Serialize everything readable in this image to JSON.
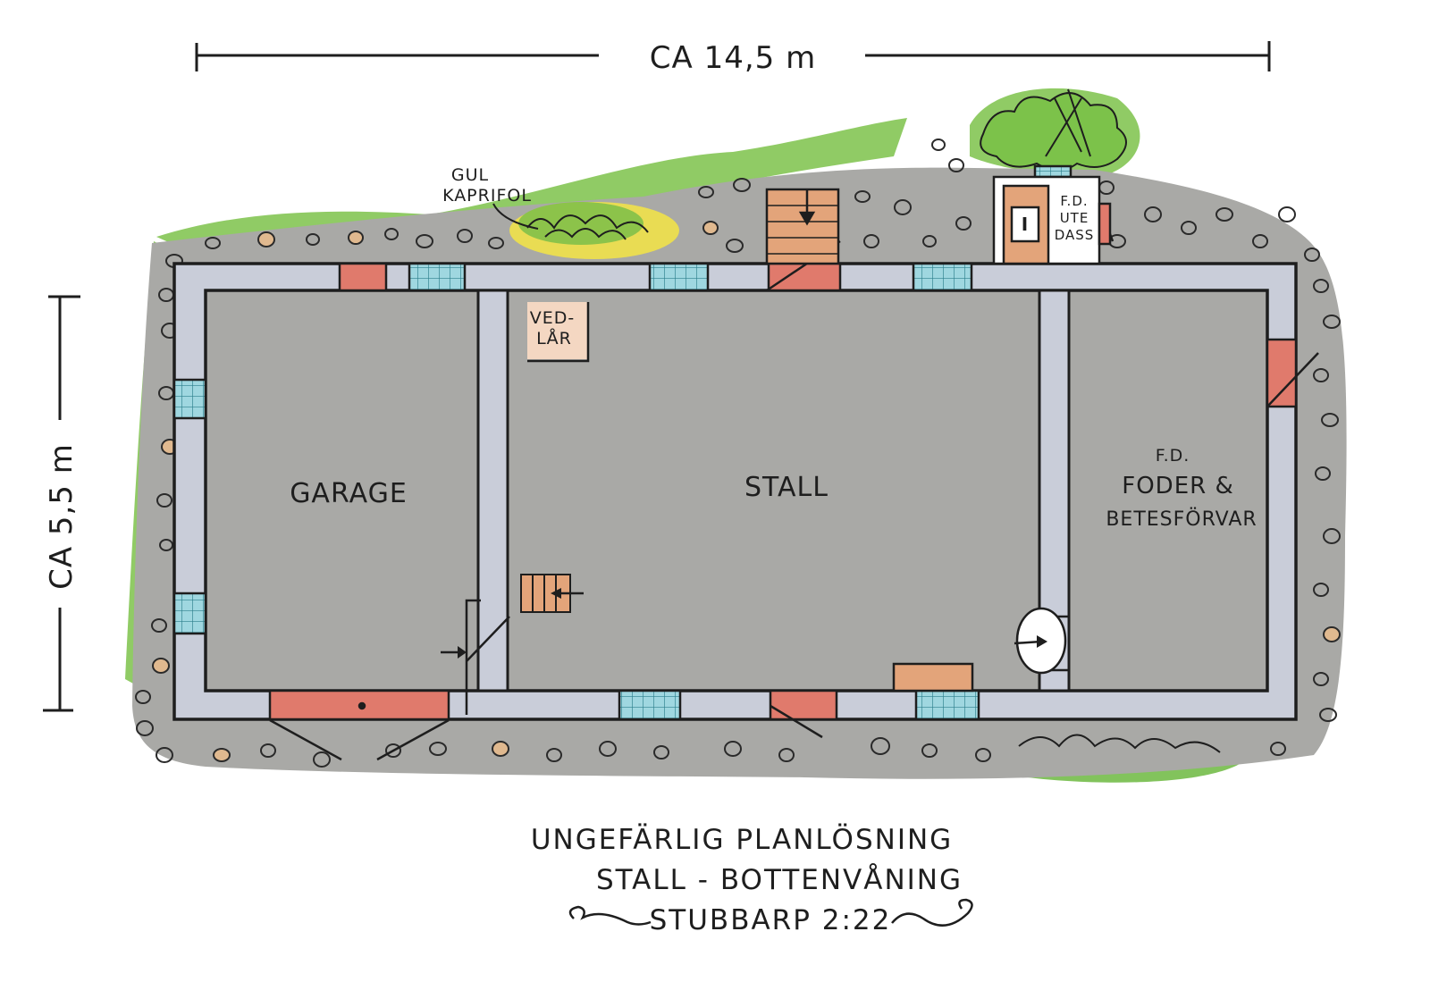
{
  "dimensions": {
    "width_label": "CA 14,5 m",
    "depth_label": "CA 5,5 m"
  },
  "rooms": {
    "garage": "GARAGE",
    "stall": "STALL",
    "feed_store_line1": "F.D.",
    "feed_store_line2": "FODER &",
    "feed_store_line3": "BETESFÖRVAR"
  },
  "annotations": {
    "plant_line1": "GUL",
    "plant_line2": "KAPRIFOL",
    "wood_line1": "VED-",
    "wood_line2": "LÅR",
    "outhouse_line1": "F.D.",
    "outhouse_line2": "UTE",
    "outhouse_line3": "DASS",
    "outhouse_door_mark": "I"
  },
  "title": {
    "line1": "UNGEFÄRLIG PLANLÖSNING",
    "line2": "STALL - BOTTENVÅNING",
    "line3": "STUBBARP 2:22"
  },
  "colors": {
    "wall": "#c9cdd9",
    "stone_bed": "#a9a9a6",
    "grass": "#7cc24a",
    "door": "#e07a6c",
    "window": "#9fd7e0",
    "wood": "#e3a47a",
    "ink": "#1e1e1e"
  }
}
